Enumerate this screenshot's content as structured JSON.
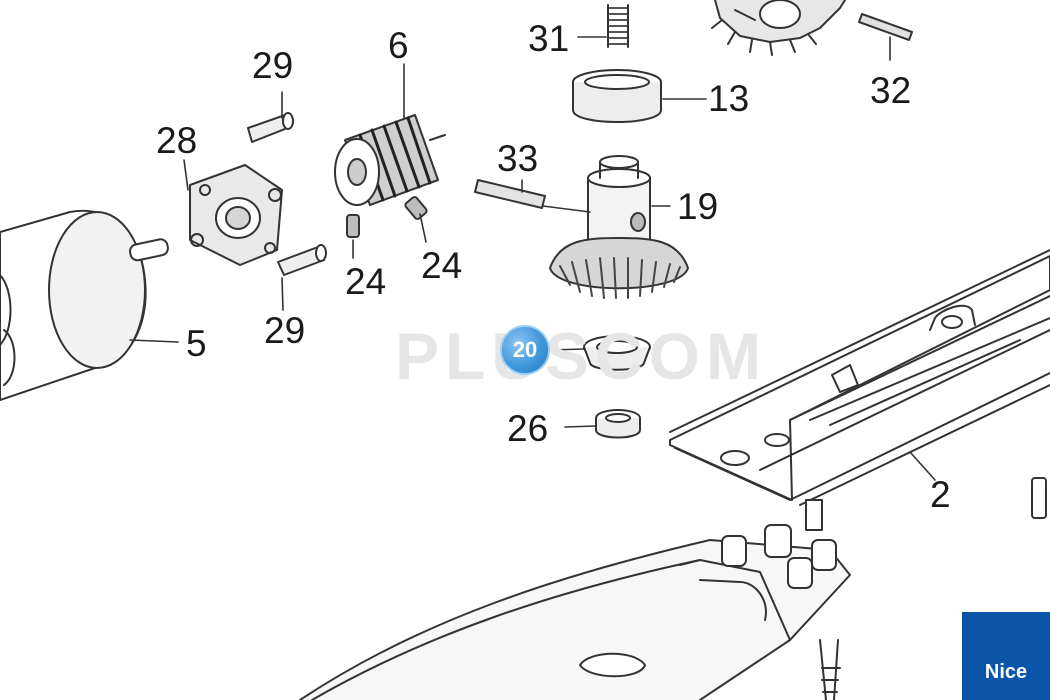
{
  "labels": {
    "l31": "31",
    "l13": "13",
    "l32": "32",
    "l6": "6",
    "l29a": "29",
    "l28": "28",
    "l33": "33",
    "l19": "19",
    "l24a": "24",
    "l24b": "24",
    "l29b": "29",
    "l5": "5",
    "l26": "26",
    "l2": "2"
  },
  "highlight": {
    "label": "20",
    "color": "#3f97dc"
  },
  "watermark": "PLUSCOM",
  "logo": {
    "text": "Nice",
    "color": "#0b55a8"
  }
}
